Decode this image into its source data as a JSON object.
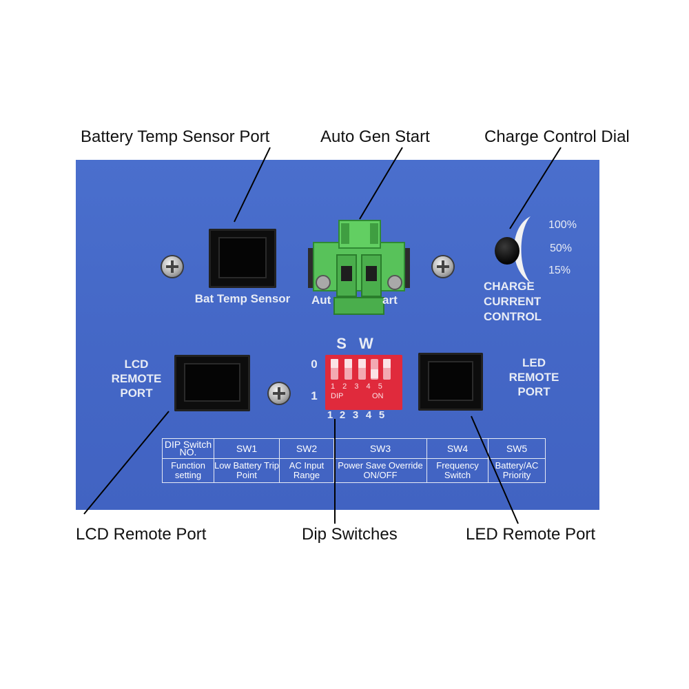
{
  "callouts": {
    "battery_temp": "Battery Temp Sensor Port",
    "auto_gen": "Auto Gen Start",
    "charge_dial": "Charge Control Dial",
    "lcd_remote": "LCD Remote Port",
    "dip_switches": "Dip Switches",
    "led_remote": "LED Remote Port"
  },
  "panel": {
    "bat_temp_label": "Bat Temp Sensor",
    "auto_gen_label_left": "Aut",
    "auto_gen_label_right": "art",
    "charge": {
      "l1": "CHARGE",
      "l2": "CURRENT",
      "l3": "CONTROL"
    },
    "dial_levels": [
      "100%",
      "50%",
      "15%"
    ],
    "lcd": {
      "l1": "LCD",
      "l2": "REMOTE",
      "l3": "PORT"
    },
    "led": {
      "l1": "LED",
      "l2": "REMOTE",
      "l3": "PORT"
    },
    "sw_title": "S W",
    "sw_zero": "0",
    "sw_one": "1",
    "sw_inner_nums": "1 2 3 4 5",
    "sw_inner_dip": "DIP",
    "sw_inner_on": "ON",
    "sw_bottom_nums": [
      "1",
      "2",
      "3",
      "4",
      "5"
    ]
  },
  "dip_table": {
    "header": [
      "DIP Switch NO.",
      "SW1",
      "SW2",
      "SW3",
      "SW4",
      "SW5"
    ],
    "function_row": [
      "Function setting",
      "Low Battery Trip Point",
      "AC Input Range",
      "Power Save Override ON/OFF",
      "Frequency Switch",
      "Battery/AC Priority"
    ]
  },
  "colors": {
    "panel": "#4467c6",
    "dip_switch_body": "#e02a3c",
    "terminal": "#58c25a"
  }
}
